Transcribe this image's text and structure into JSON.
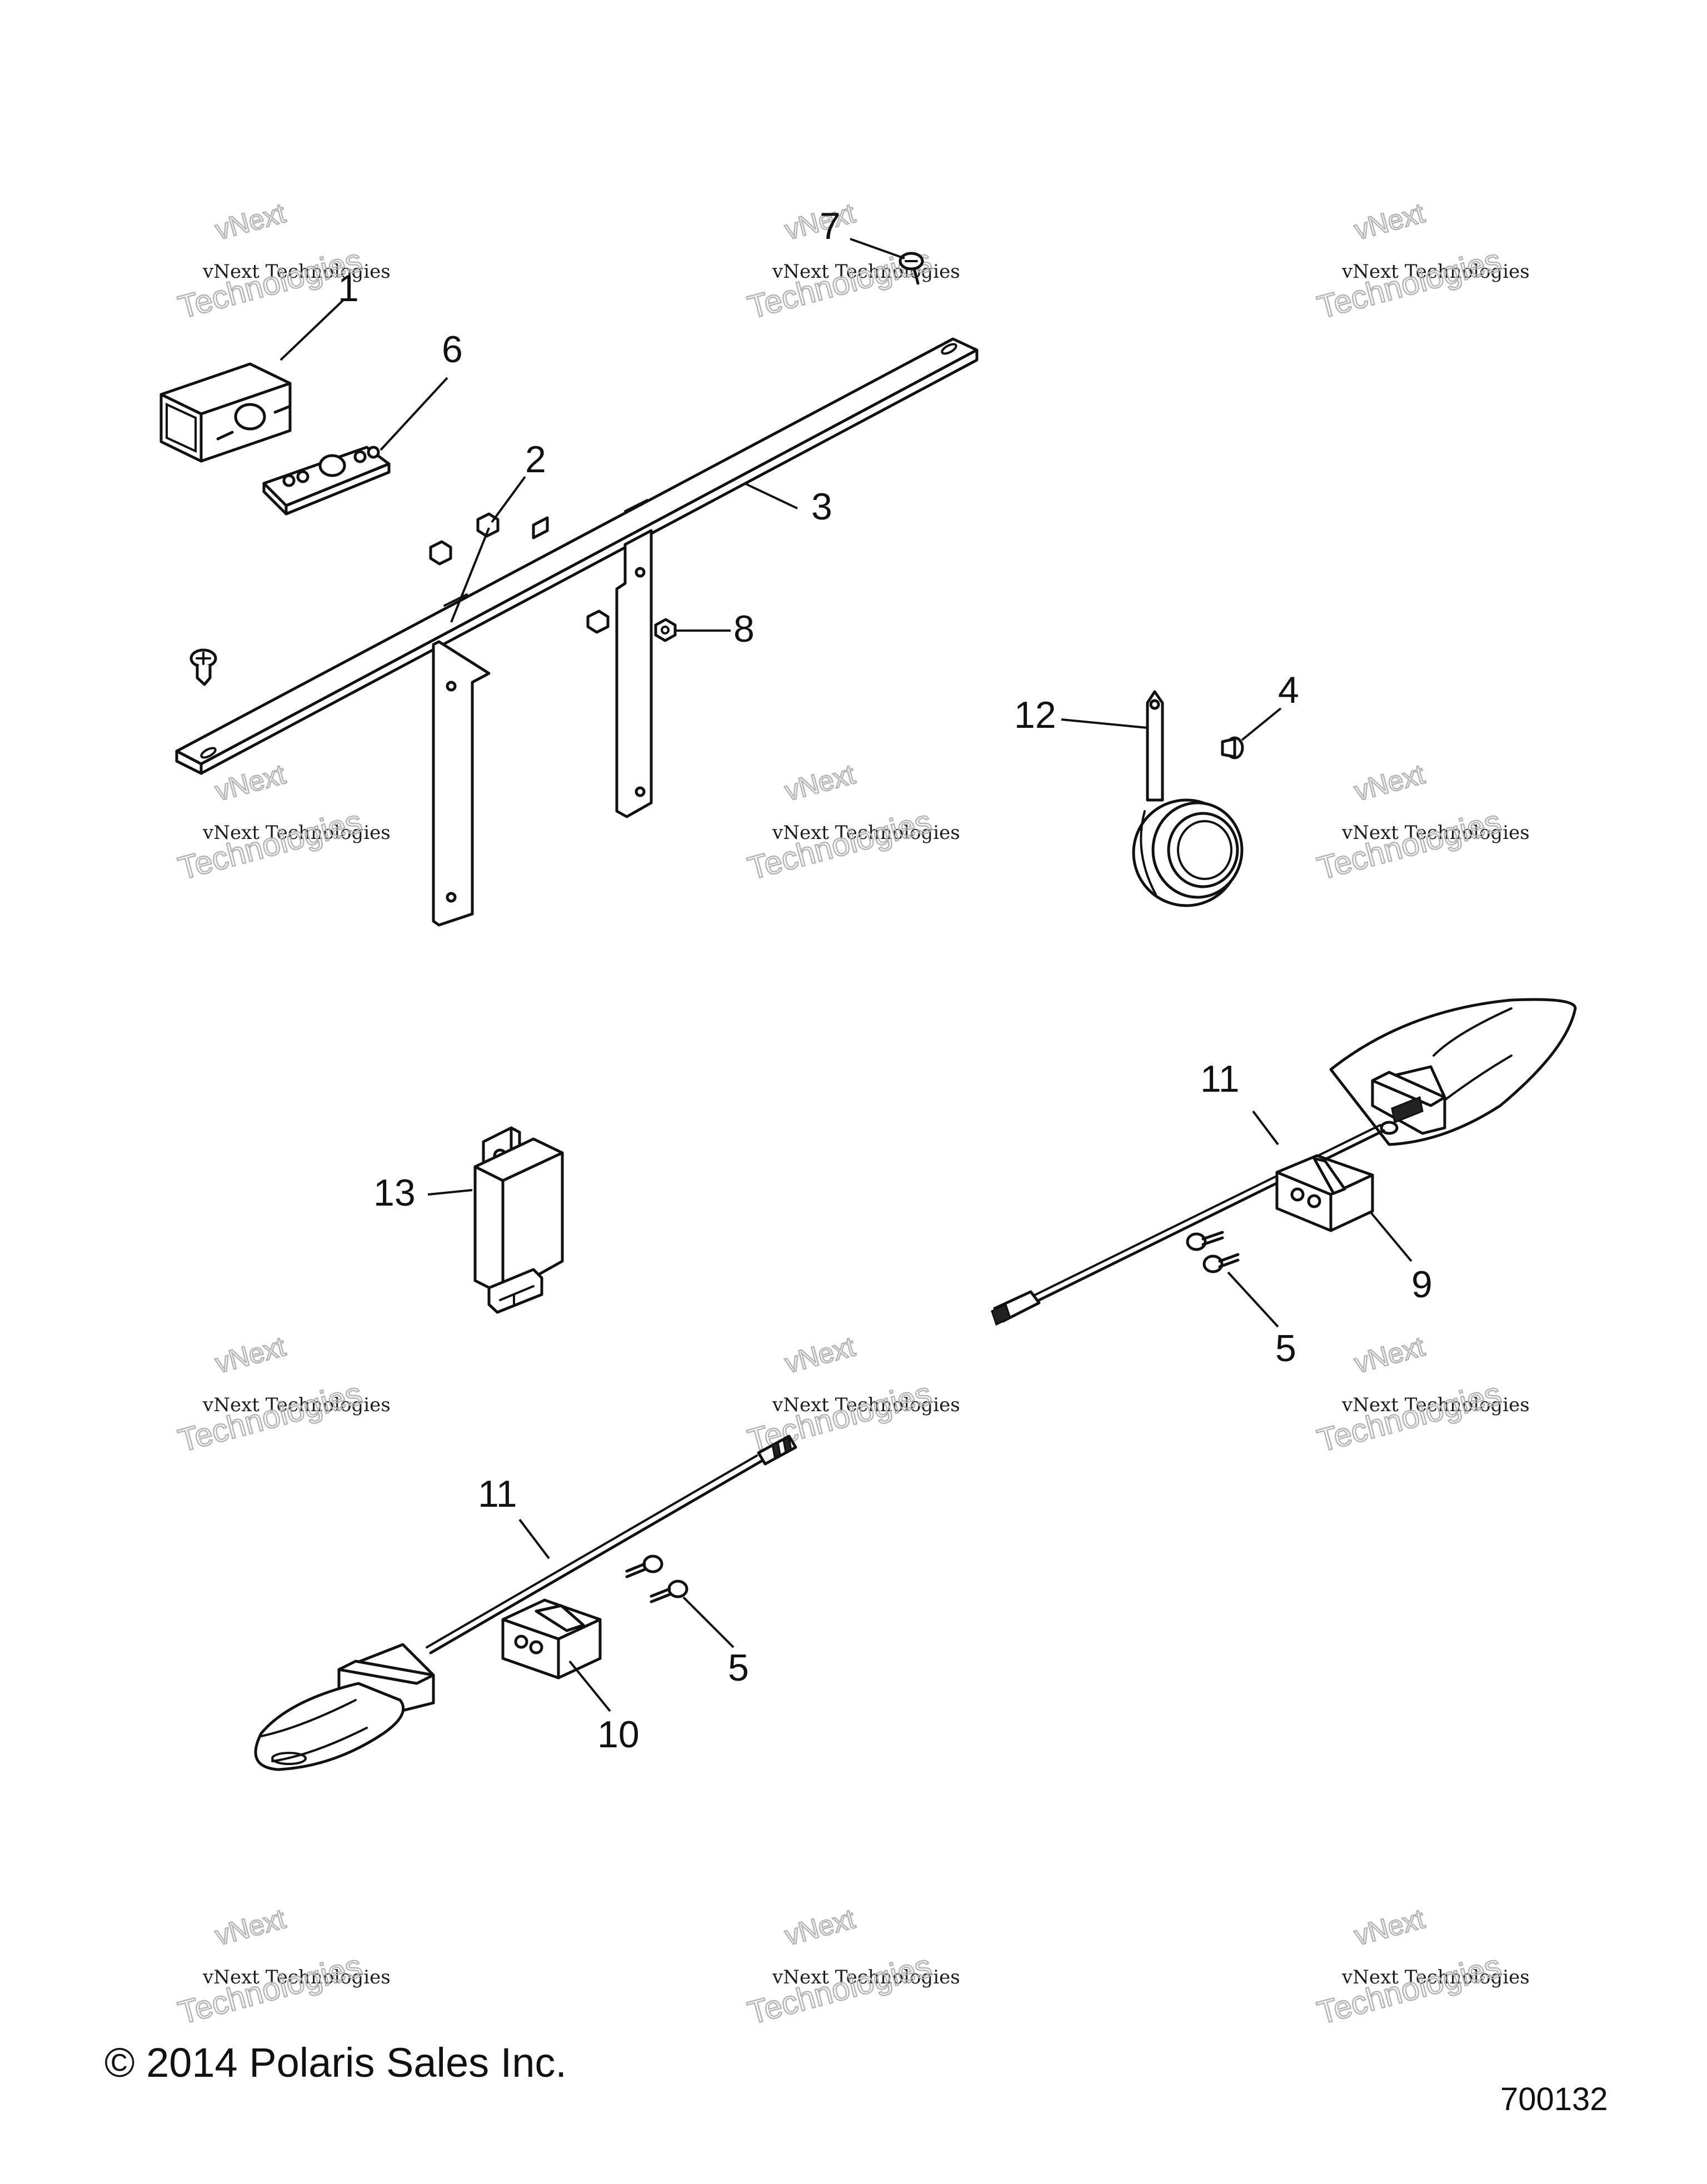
{
  "callouts": {
    "c1": "1",
    "c2": "2",
    "c3": "3",
    "c4": "4",
    "c5a": "5",
    "c5b": "5",
    "c6": "6",
    "c7": "7",
    "c8": "8",
    "c9": "9",
    "c10": "10",
    "c11a": "11",
    "c11b": "11",
    "c12": "12",
    "c13": "13"
  },
  "watermark": {
    "line0": "vNext",
    "line1": "vNext Technologies",
    "line2": "Technologies"
  },
  "footer": {
    "copyright": "© 2014 Polaris Sales Inc.",
    "figure_id": "700132"
  }
}
